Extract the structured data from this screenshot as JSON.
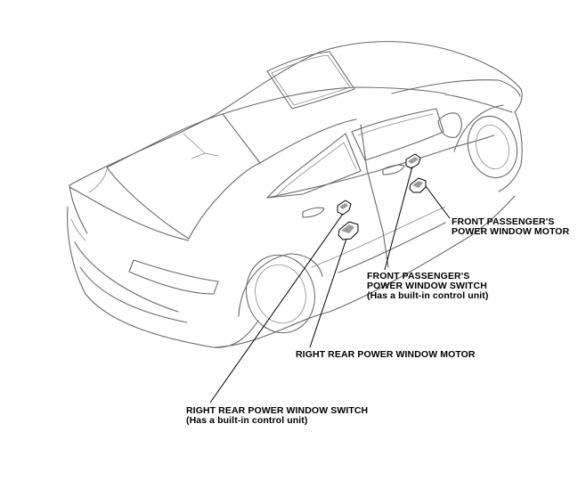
{
  "labels": {
    "front_passenger_motor": {
      "line1": "FRONT PASSENGER'S",
      "line2": "POWER WINDOW MOTOR"
    },
    "front_passenger_switch": {
      "line1": "FRONT PASSENGER'S",
      "line2": "POWER WINDOW SWITCH",
      "line3": "(Has a built-in control unit)"
    },
    "right_rear_motor": {
      "line1": "RIGHT REAR POWER WINDOW MOTOR"
    },
    "right_rear_switch": {
      "line1": "RIGHT REAR POWER WINDOW SWITCH",
      "line2": "(Has a built-in control unit)"
    }
  }
}
